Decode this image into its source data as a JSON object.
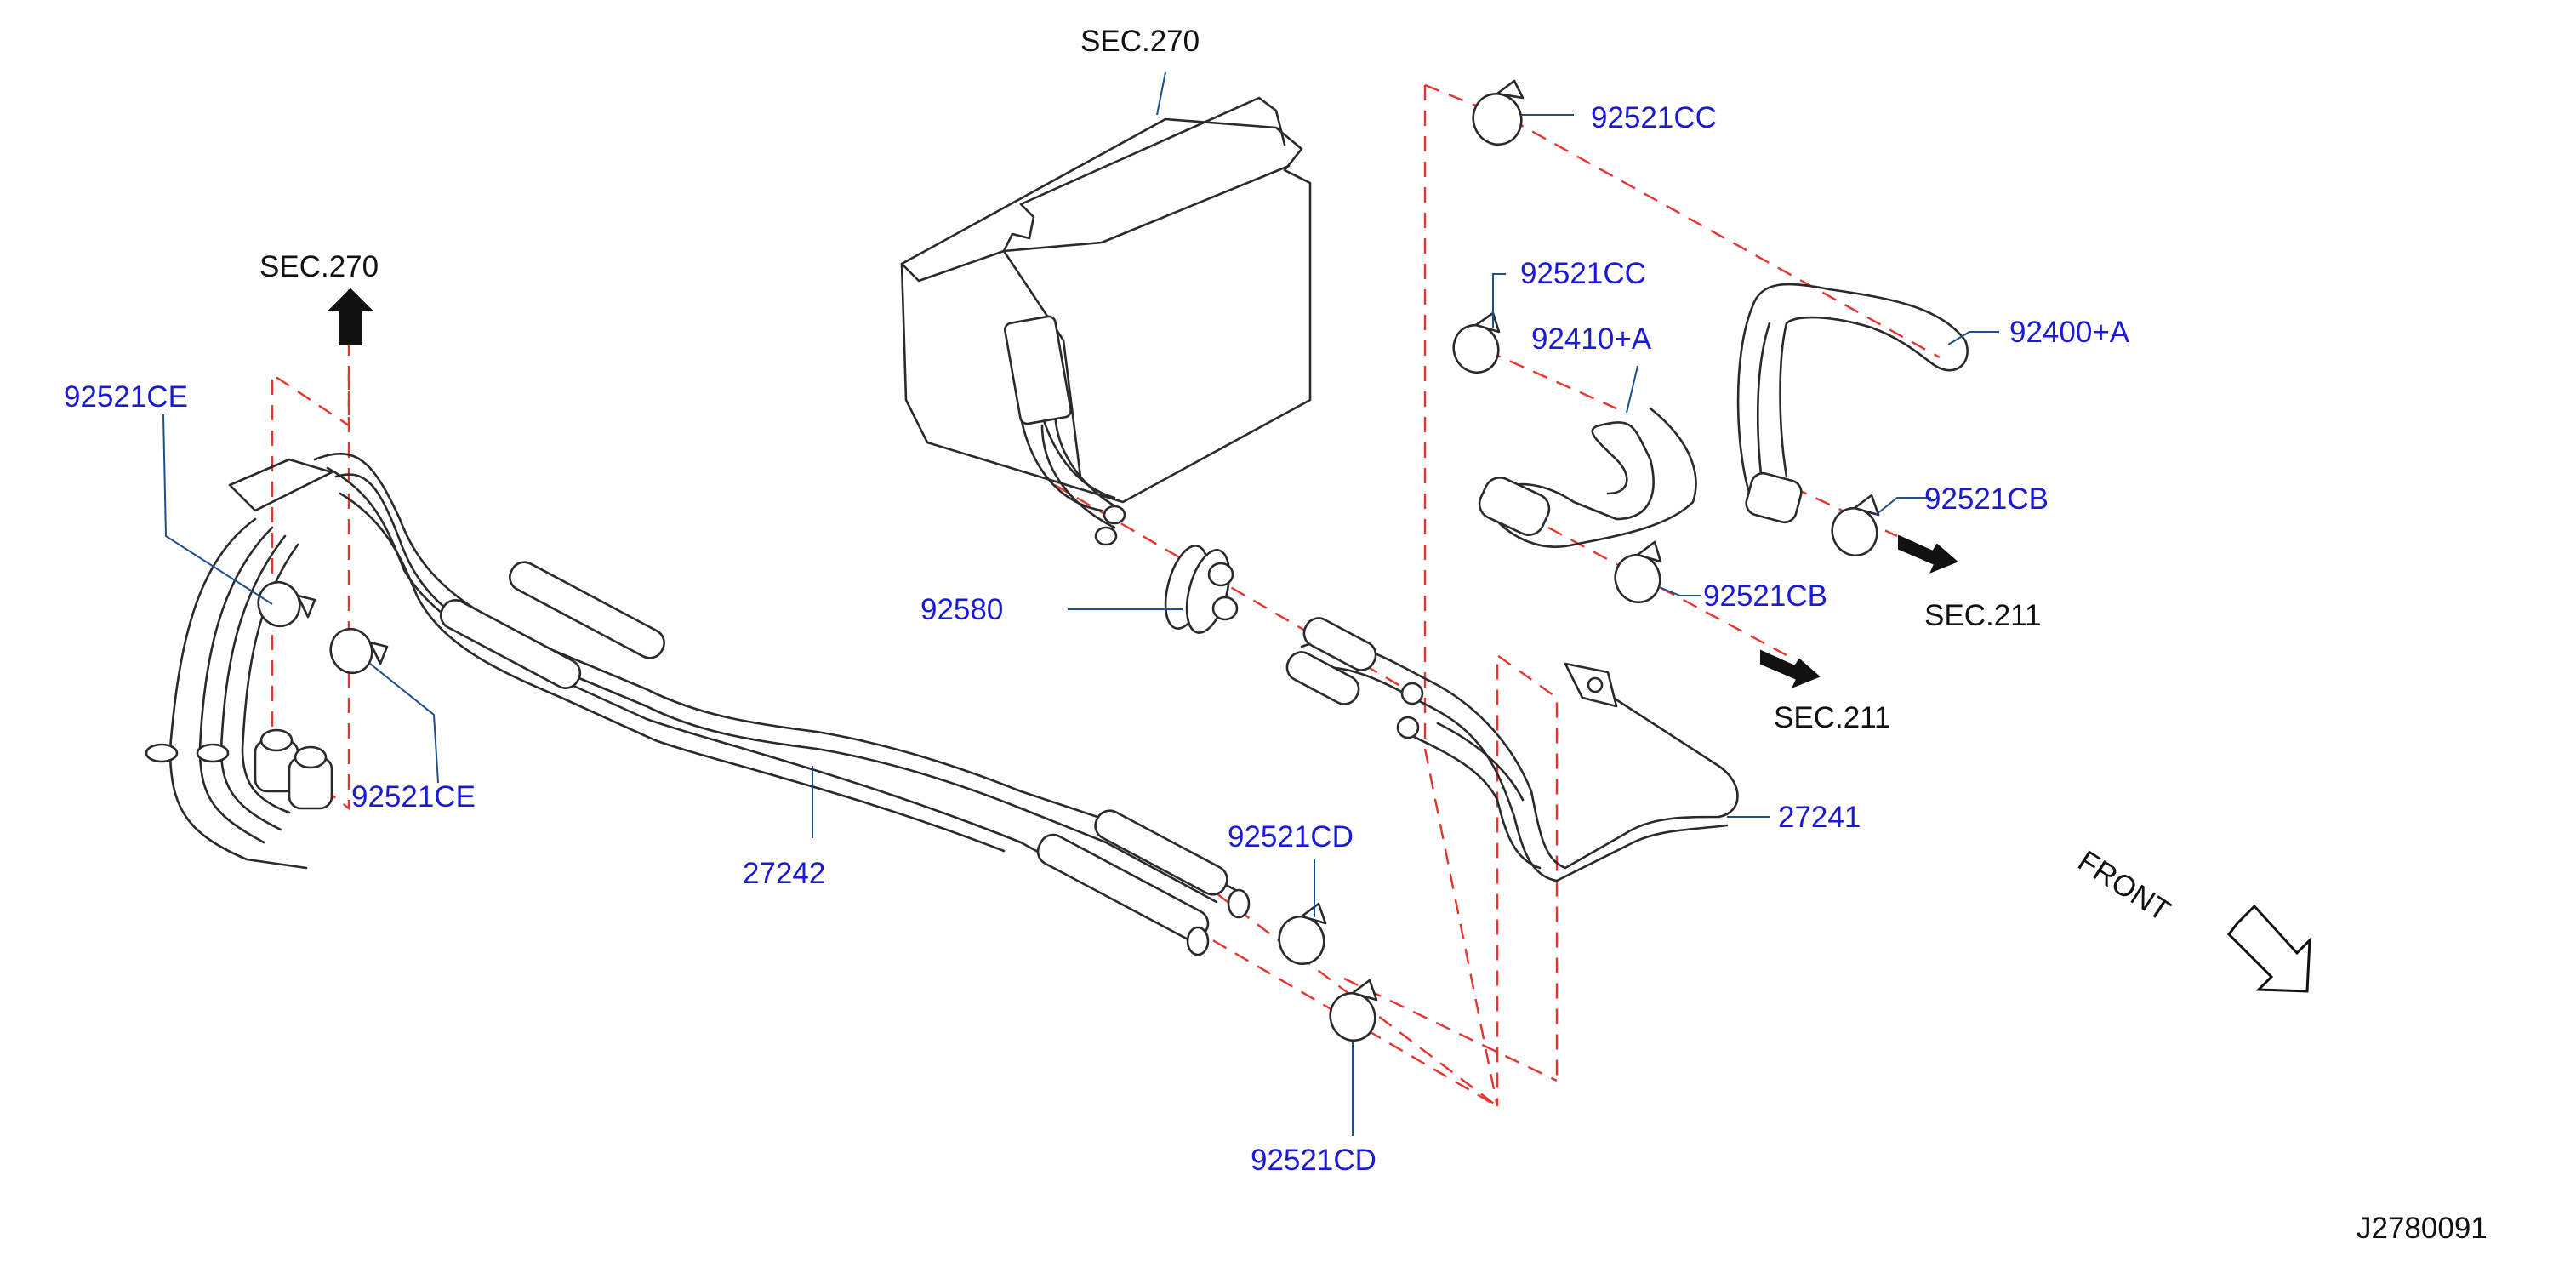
{
  "colors": {
    "part_number": "#1a1ad6",
    "section_ref": "#111111",
    "leader_line": "#1f4e8c",
    "phantom_line": "#e8332e",
    "drawing": "#2a2a2a"
  },
  "section_refs": {
    "canister_top": "SEC.270",
    "arrow_left": "SEC.270",
    "arrow_right_upper": "SEC.211",
    "arrow_right_lower": "SEC.211"
  },
  "part_numbers": {
    "clamp_cc_top": "92521CC",
    "clamp_cc_mid": "92521CC",
    "hose_92400": "92400+A",
    "hose_92410": "92410+A",
    "clamp_cb_right": "92521CB",
    "clamp_cb_left": "92521CB",
    "clamp_ce_top": "92521CE",
    "clamp_ce_bottom": "92521CE",
    "grommet": "92580",
    "tube_27242": "27242",
    "tube_27241": "27241",
    "clamp_cd_top": "92521CD",
    "clamp_cd_bottom": "92521CD"
  },
  "orientation_label": "FRONT",
  "drawing_id": "J2780091"
}
